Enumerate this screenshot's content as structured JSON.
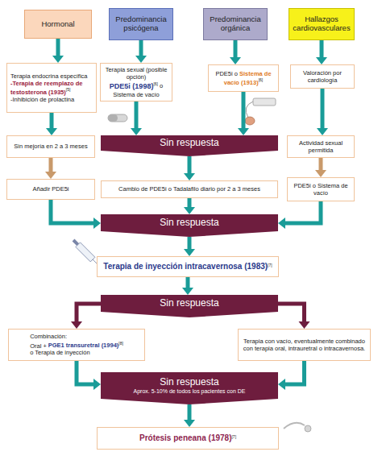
{
  "diagram": {
    "nodes": [
      {
        "text": [
          "Hormonal"
        ]
      },
      {
        "text": [
          "Predominancia psicógena"
        ]
      },
      {
        "text": [
          "Predominancia orgánica"
        ]
      },
      {
        "text": [
          "Hallazgos cardiovasculares"
        ]
      },
      {
        "text": [
          "Terapia endocrina específica",
          "-Terapia de reemplazo de testosterona (1935)",
          "[5]",
          "-Inhibición de prolactina"
        ]
      },
      {
        "text": [
          "Terapia sexual (posible opción)",
          "PDE5i (1998)",
          "[6]",
          "o Sistema de vacío"
        ]
      },
      {
        "text": [
          "PDE5i o",
          "Sistema de vacío (1913)",
          "[6]"
        ]
      },
      {
        "text": [
          "Valoración por cardiología"
        ]
      },
      {
        "text": [
          "Sin mejoría en 2 a 3 meses"
        ]
      },
      {
        "text": [
          "Sin respuesta"
        ]
      },
      {
        "text": [
          "Actividad sexual permitida"
        ]
      },
      {
        "text": [
          "Añadir PDE5i"
        ]
      },
      {
        "text": [
          "Cambio de PDE5i o Tadalafilo diario por 2 a 3 meses"
        ]
      },
      {
        "text": [
          "PDE5i o Sistema de vacío"
        ]
      },
      {
        "text": [
          "Sin respuesta"
        ]
      },
      {
        "text": [
          "Terapia de inyección intracavernosa (1983)",
          "[7]"
        ]
      },
      {
        "text": [
          "Sin respuesta"
        ]
      },
      {
        "text": [
          "Combinación:",
          "Oral +",
          "PGE1 transuretral (1994)",
          "[8]",
          "o Terapia de inyección"
        ]
      },
      {
        "text": [
          "Terapia con vacío, eventualmente combinado con terapia oral, intrauretral o intracavernosa."
        ]
      },
      {
        "text": [
          "Sin respuesta",
          "Aprox. 5-10% de todos los pacientes con DE"
        ]
      },
      {
        "text": [
          "Prótesis peneana (1978)",
          "[7]"
        ]
      }
    ],
    "edges": [
      {
        "from": 0,
        "to": 4,
        "arrow": "to"
      },
      {
        "from": 1,
        "to": 5,
        "arrow": "to"
      },
      {
        "from": 2,
        "to": 6,
        "arrow": "to"
      },
      {
        "from": 3,
        "to": 7,
        "arrow": "to"
      },
      {
        "from": 4,
        "to": 8,
        "arrow": "to"
      },
      {
        "from": 5,
        "to": 9,
        "arrow": "to"
      },
      {
        "from": 6,
        "to": 9,
        "arrow": "to"
      },
      {
        "from": 7,
        "to": 10,
        "arrow": "to"
      },
      {
        "from": 8,
        "to": 11,
        "arrow": "to"
      },
      {
        "from": 9,
        "to": 12,
        "arrow": "to"
      },
      {
        "from": 10,
        "to": 13,
        "arrow": "to"
      },
      {
        "from": 11,
        "to": 14,
        "arrow": "to"
      },
      {
        "from": 12,
        "to": 14,
        "arrow": "to"
      },
      {
        "from": 13,
        "to": 14,
        "arrow": "to"
      },
      {
        "from": 14,
        "to": 15,
        "arrow": "to"
      },
      {
        "from": 15,
        "to": 16,
        "arrow": "to"
      },
      {
        "from": 16,
        "to": 17,
        "arrow": "to"
      },
      {
        "from": 16,
        "to": 18,
        "arrow": "to"
      },
      {
        "from": 17,
        "to": 19,
        "arrow": "to"
      },
      {
        "from": 18,
        "to": 19,
        "arrow": "to"
      },
      {
        "from": 19,
        "to": 20,
        "arrow": "to"
      }
    ]
  }
}
